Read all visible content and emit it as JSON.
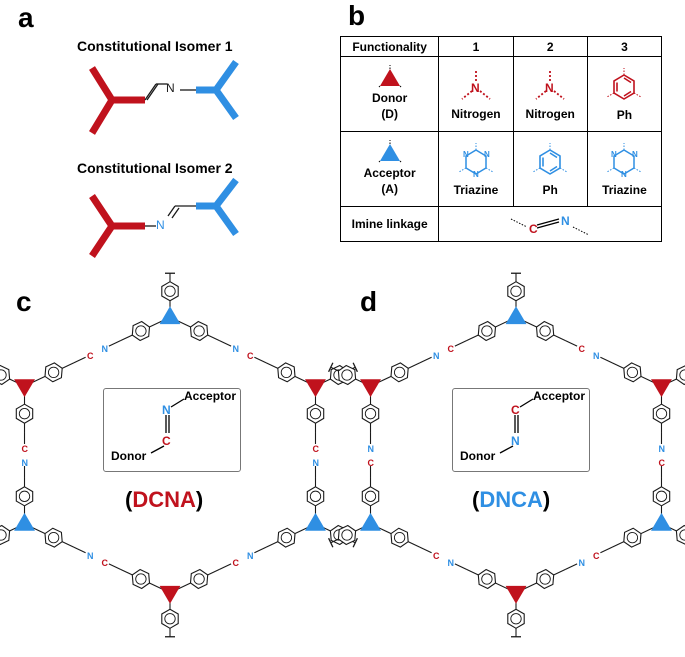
{
  "colors": {
    "donor": "#c0121d",
    "acceptor": "#2f8fe3",
    "linker": "#1a1a1a"
  },
  "panel_a": {
    "letter": "a",
    "isomer1_title": "Constitutional Isomer 1",
    "isomer2_title": "Constitutional Isomer 2",
    "isomer1_atom": "N",
    "isomer2_atom": "N"
  },
  "panel_b": {
    "letter": "b",
    "headers": [
      "Functionality",
      "1",
      "2",
      "3"
    ],
    "donor_label": "Donor",
    "donor_abbr": "(D)",
    "acceptor_label": "Acceptor",
    "acceptor_abbr": "(A)",
    "donor_cells": [
      "Nitrogen",
      "Nitrogen",
      "Ph"
    ],
    "acceptor_cells": [
      "Triazine",
      "Ph",
      "Triazine"
    ],
    "imine_label": "Imine linkage",
    "imine_c": "C",
    "imine_n": "N",
    "atom_n": "N"
  },
  "panel_c": {
    "letter": "c",
    "legend_acceptor": "Acceptor",
    "legend_donor": "Donor",
    "legend_top_atom": "N",
    "legend_bottom_atom": "C",
    "name_open": "(",
    "name": "DCNA",
    "name_close": ")",
    "link_c": "C",
    "link_n": "N"
  },
  "panel_d": {
    "letter": "d",
    "legend_acceptor": "Acceptor",
    "legend_donor": "Donor",
    "legend_top_atom": "C",
    "legend_bottom_atom": "N",
    "name_open": "(",
    "name": "DNCA",
    "name_close": ")",
    "link_c": "C",
    "link_n": "N"
  }
}
